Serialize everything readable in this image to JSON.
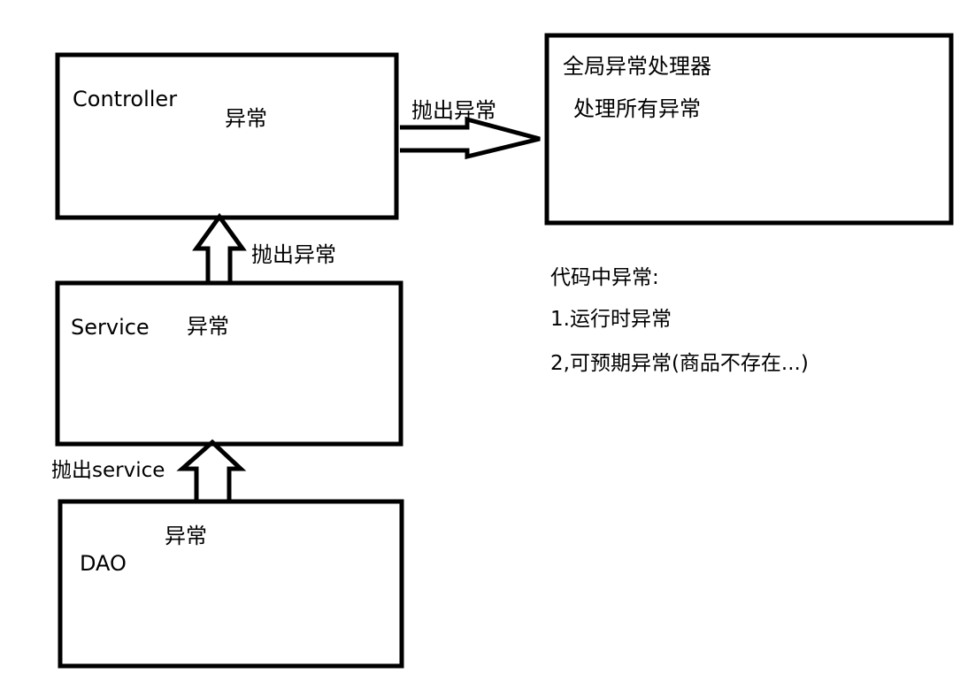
{
  "colors": {
    "stroke": "#000000",
    "background": "#ffffff"
  },
  "controller": {
    "name": "Controller",
    "exception": "异常"
  },
  "service": {
    "name": "Service",
    "exception": "异常"
  },
  "dao": {
    "name": "DAO",
    "exception": "异常"
  },
  "handler": {
    "title": "全局异常处理器",
    "desc": "处理所有异常"
  },
  "arrows": {
    "controller_to_handler": "抛出异常",
    "service_to_controller": "抛出异常",
    "dao_to_service": "抛出service"
  },
  "notes": {
    "title": "代码中异常:",
    "item1": "1.运行时异常",
    "item2": "2,可预期异常(商品不存在...)"
  }
}
